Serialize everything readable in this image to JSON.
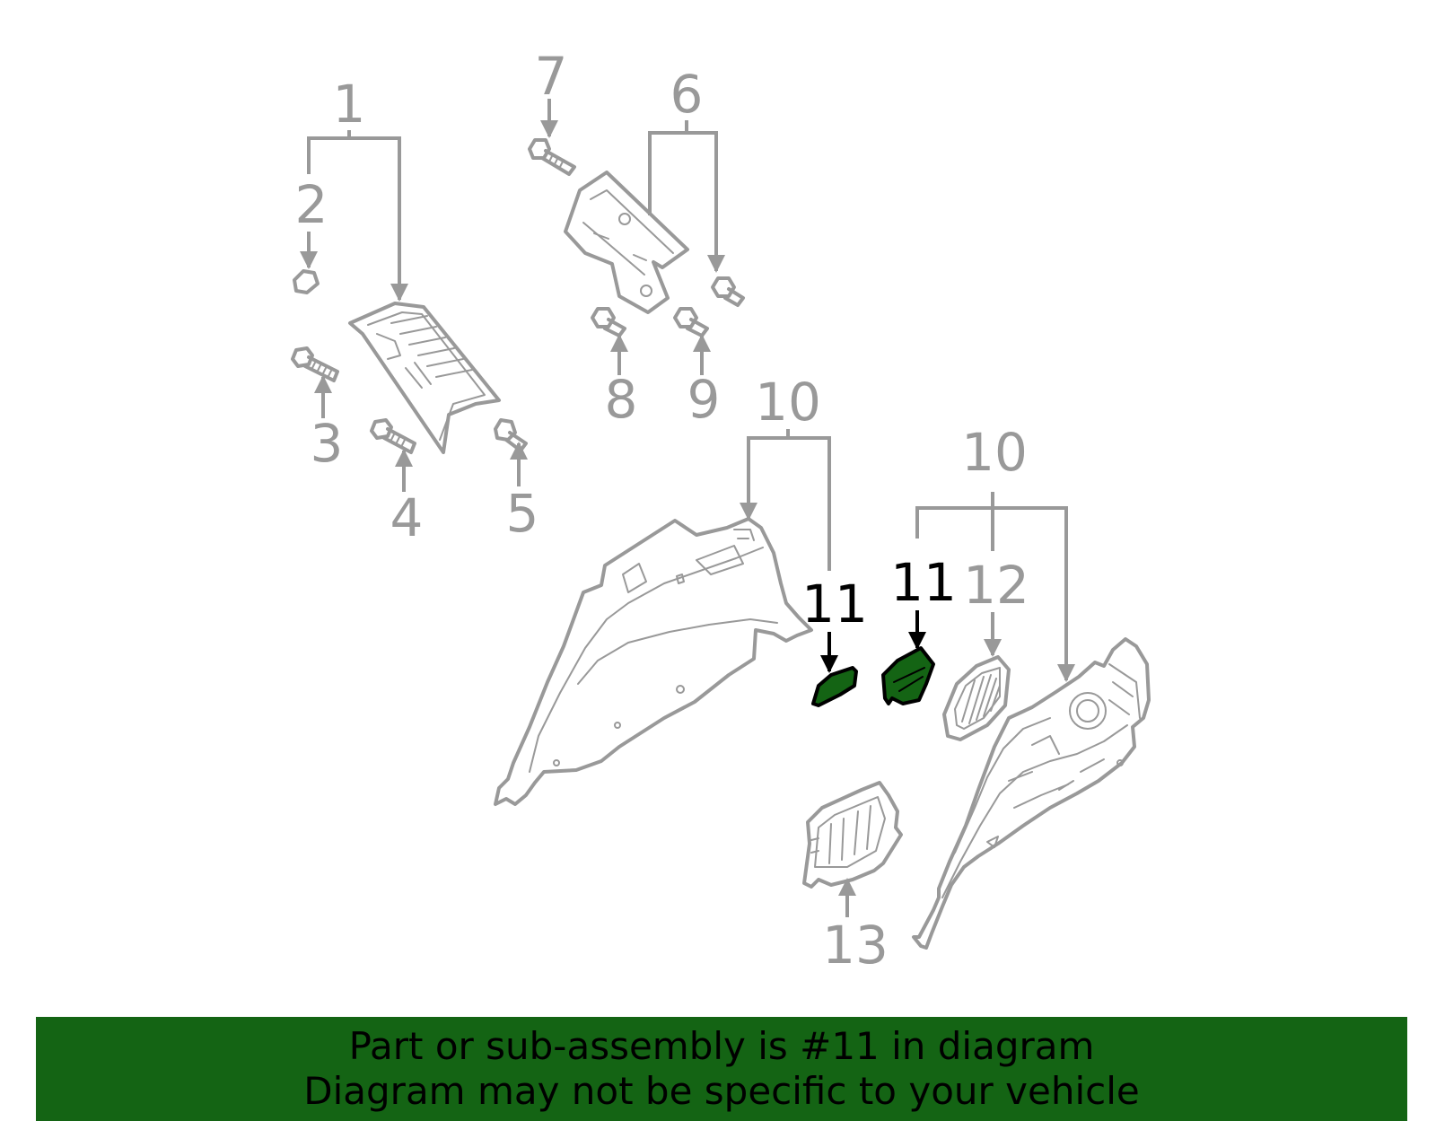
{
  "colors": {
    "part_outline": "#999999",
    "highlight_fill": "#146414",
    "highlight_outline": "#000000",
    "banner_background": "#146414",
    "banner_text": "#000000"
  },
  "callouts": {
    "c1": "1",
    "c2": "2",
    "c3": "3",
    "c4": "4",
    "c5": "5",
    "c6": "6",
    "c7": "7",
    "c8": "8",
    "c9": "9",
    "c10a": "10",
    "c10b": "10",
    "c11a": "11",
    "c11b": "11",
    "c12": "12",
    "c13": "13"
  },
  "highlighted_part": "11",
  "banner": {
    "line1": "Part or sub-assembly is #11 in diagram",
    "line2": "Diagram may not be specific to your vehicle"
  }
}
